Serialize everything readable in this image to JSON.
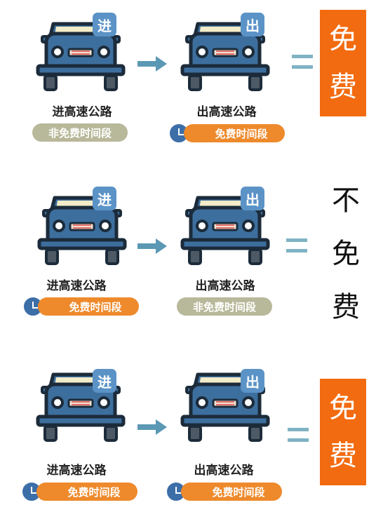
{
  "rows": [
    {
      "enter_tag": "进",
      "exit_tag": "出",
      "enter_label": "进高速公路",
      "exit_label": "出高速公路",
      "enter_period": "非免费时间段",
      "exit_period": "免费时间段",
      "result": [
        "免",
        "费"
      ]
    },
    {
      "enter_tag": "进",
      "exit_tag": "出",
      "enter_label": "进高速公路",
      "exit_label": "出高速公路",
      "enter_period": "免费时间段",
      "exit_period": "非免费时间段",
      "result": [
        "不",
        "免",
        "费"
      ]
    },
    {
      "enter_tag": "进",
      "exit_tag": "出",
      "enter_label": "进高速公路",
      "exit_label": "出高速公路",
      "enter_period": "免费时间段",
      "exit_period": "免费时间段",
      "result": [
        "免",
        "费"
      ]
    }
  ],
  "colors": {
    "car_body": "#3d6f9e",
    "car_outline": "#1c2b3a",
    "tag_bg": "#5b93c7",
    "free_pill": "#ee8a2c",
    "nonfree_pill": "#b8b89a",
    "result_box": "#f26b10",
    "arrow": "#5b98b4",
    "equals": "#7fb3c4"
  }
}
